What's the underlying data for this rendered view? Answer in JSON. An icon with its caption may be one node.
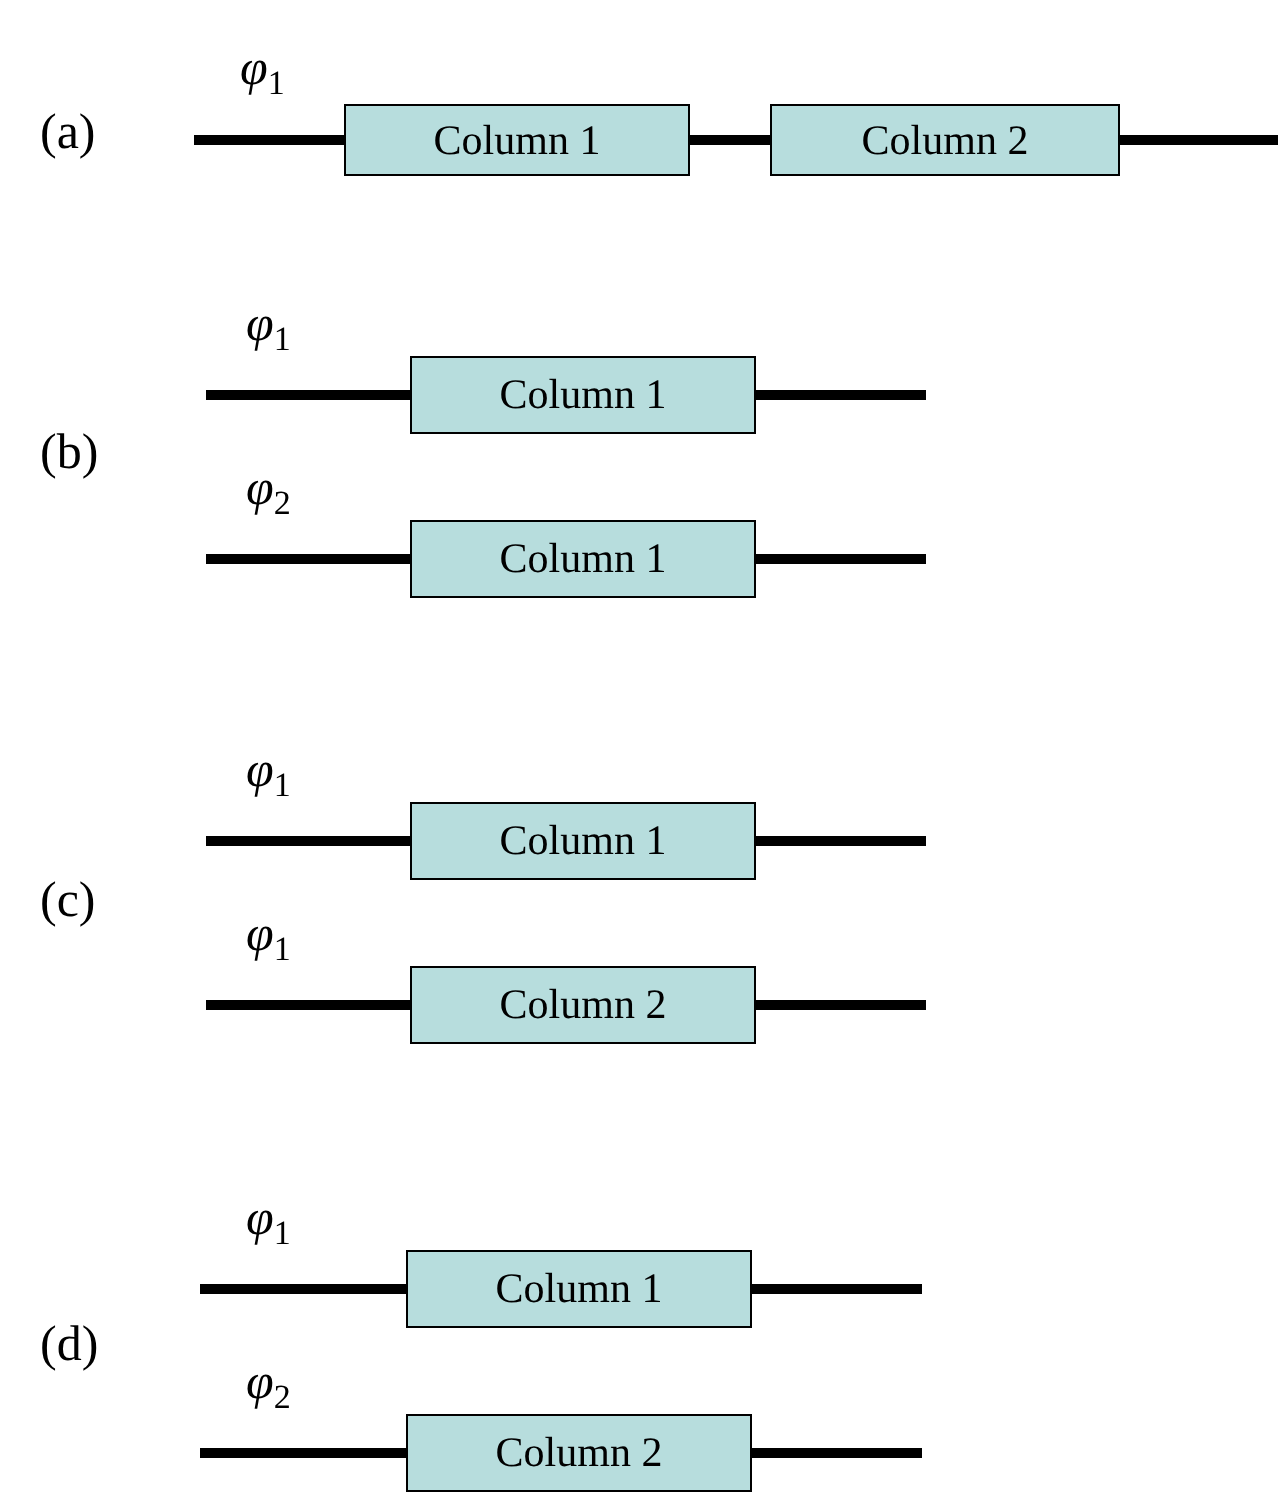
{
  "diagram": {
    "nodes": [
      {
        "text": [
          "Column 1"
        ]
      },
      {
        "text": [
          "Column 2"
        ]
      },
      {
        "text": [
          "Column 1"
        ]
      },
      {
        "text": [
          "Column 1"
        ]
      },
      {
        "text": [
          "Column 1"
        ]
      },
      {
        "text": [
          "Column 2"
        ]
      },
      {
        "text": [
          "Column 1"
        ]
      },
      {
        "text": [
          "Column 2"
        ]
      }
    ],
    "edges": [
      {
        "from": null,
        "to": 0,
        "arrow": "none",
        "label": "*φ*$_{1}$"
      },
      {
        "from": 0,
        "to": 1,
        "arrow": "none"
      },
      {
        "from": 1,
        "to": null,
        "arrow": "none"
      },
      {
        "from": null,
        "to": 2,
        "arrow": "none",
        "label": "*φ*$_{1}$"
      },
      {
        "from": 2,
        "to": null,
        "arrow": "none"
      },
      {
        "from": null,
        "to": 3,
        "arrow": "none",
        "label": "*φ*$_{2}$"
      },
      {
        "from": 3,
        "to": null,
        "arrow": "none"
      },
      {
        "from": null,
        "to": 4,
        "arrow": "none",
        "label": "*φ*$_{1}$"
      },
      {
        "from": 4,
        "to": null,
        "arrow": "none"
      },
      {
        "from": null,
        "to": 5,
        "arrow": "none",
        "label": "*φ*$_{1}$"
      },
      {
        "from": 5,
        "to": null,
        "arrow": "none"
      },
      {
        "from": null,
        "to": 6,
        "arrow": "none",
        "label": "*φ*$_{1}$"
      },
      {
        "from": 6,
        "to": null,
        "arrow": "none"
      },
      {
        "from": null,
        "to": 7,
        "arrow": "none",
        "label": "*φ*$_{2}$"
      },
      {
        "from": 7,
        "to": null,
        "arrow": "none"
      }
    ],
    "labels": [
      "(a)",
      "(b)",
      "(c)",
      "(d)"
    ]
  }
}
